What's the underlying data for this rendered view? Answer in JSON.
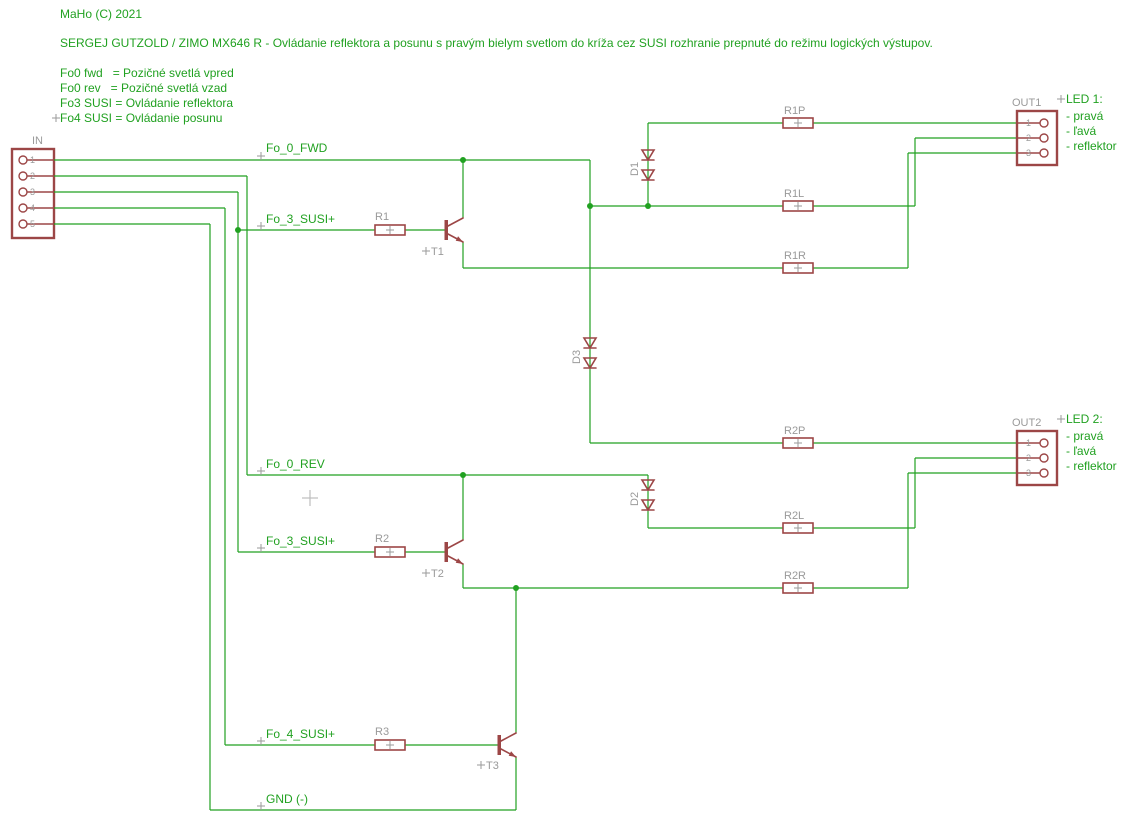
{
  "colors": {
    "net_green": "#21A121",
    "symbol_maroon": "#9C4646",
    "name_gray": "#9A9A9A",
    "background": "#FFFFFF",
    "cursor_gray": "#BEBEBE"
  },
  "header": {
    "copyright": "MaHo (C) 2021",
    "title": "SERGEJ GUTZOLD / ZIMO MX646 R - Ovládanie reflektora a posunu s pravým bielym svetlom do kríža cez SUSI rozhranie prepnuté do režimu logických výstupov."
  },
  "legend": {
    "line1": "Fo0 fwd   = Pozičné svetlá vpred",
    "line2": "Fo0 rev   = Pozičné svetlá vzad",
    "line3": "Fo3 SUSI = Ovládanie reflektora",
    "line4": "Fo4 SUSI = Ovládanie posunu"
  },
  "net_labels": {
    "fwd": "Fo_0_FWD",
    "susi3_top": "Fo_3_SUSI+",
    "rev": "Fo_0_REV",
    "susi3_mid": "Fo_3_SUSI+",
    "susi4": "Fo_4_SUSI+",
    "gnd": "GND (-)"
  },
  "parts": {
    "r1": "R1",
    "r2": "R2",
    "r3": "R3",
    "r1p": "R1P",
    "r1l": "R1L",
    "r1r": "R1R",
    "r2p": "R2P",
    "r2l": "R2L",
    "r2r": "R2R",
    "t1": "T1",
    "t2": "T2",
    "t3": "T3",
    "d1": "D1",
    "d2": "D2",
    "d3": "D3"
  },
  "connectors": {
    "in": {
      "name": "IN",
      "pin1": "1",
      "pin2": "2",
      "pin3": "3",
      "pin4": "4",
      "pin5": "5"
    },
    "out1": {
      "name": "OUT1",
      "pin1": "1",
      "pin2": "2",
      "pin3": "3",
      "heading": "LED 1:",
      "item1": "- pravá",
      "item2": "- ľavá",
      "item3": "- reflektor"
    },
    "out2": {
      "name": "OUT2",
      "pin1": "1",
      "pin2": "2",
      "pin3": "3",
      "heading": "LED 2:",
      "item1": "- pravá",
      "item2": "- ľavá",
      "item3": "- reflektor"
    }
  }
}
